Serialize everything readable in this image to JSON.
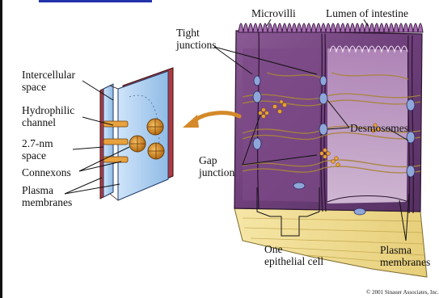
{
  "diagram": {
    "labels": {
      "microvilli": "Microvilli",
      "lumen": "Lumen of intestine",
      "tight_junctions": [
        "Tight",
        "junctions"
      ],
      "intercellular_space": [
        "Intercellular",
        "space"
      ],
      "hydrophilic_channel": [
        "Hydrophilic",
        "channel"
      ],
      "space_27nm": [
        "2.7-nm",
        "space"
      ],
      "connexons": "Connexons",
      "plasma_membranes_left": [
        "Plasma",
        "membranes"
      ],
      "desmosomes": "Desmosomes",
      "gap_junction": [
        "Gap",
        "junction"
      ],
      "one_epithelial_cell": [
        "One",
        "epithelial cell"
      ],
      "plasma_membranes_right": [
        "Plasma",
        "membranes"
      ],
      "copyright": "© 2001 Sinauer Associates, Inc."
    }
  }
}
